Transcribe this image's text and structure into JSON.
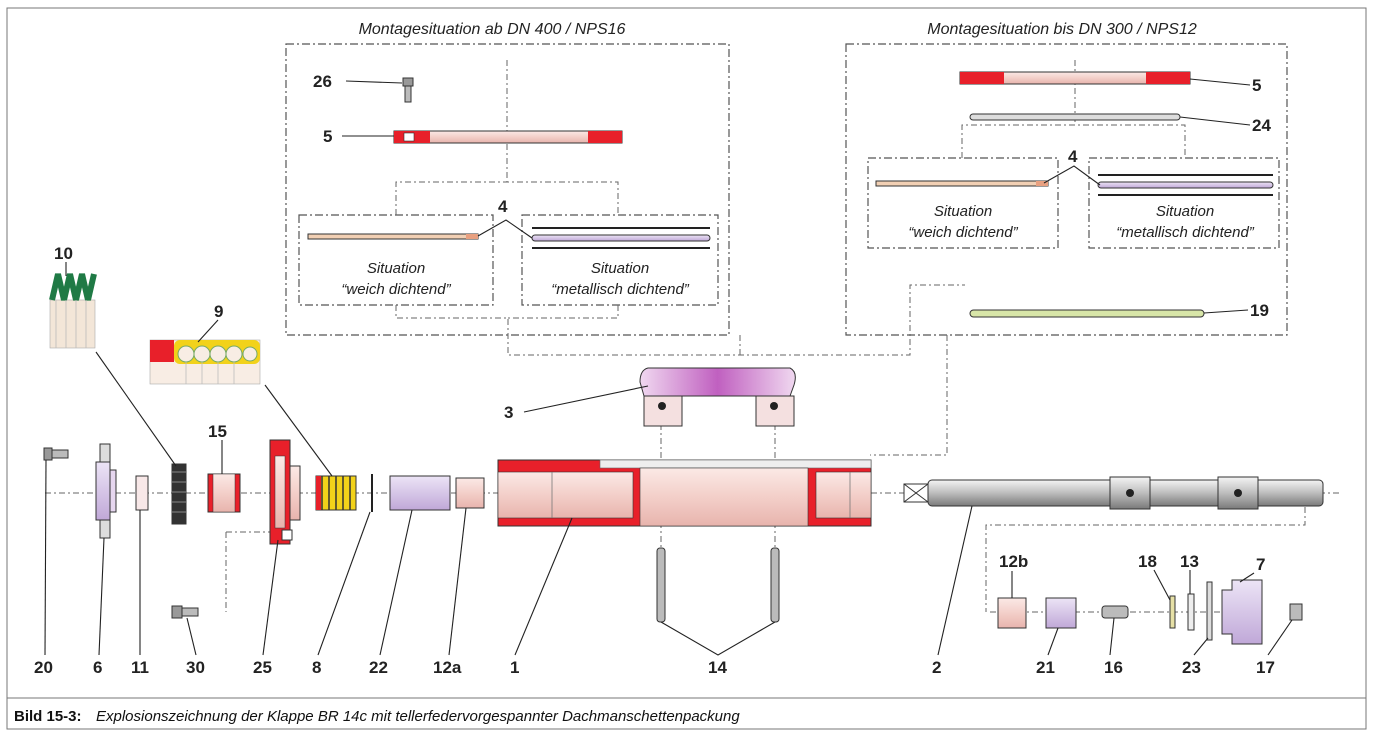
{
  "headings": {
    "left": "Montagesituation ab DN 400 / NPS16",
    "right": "Montagesituation bis DN 300 / NPS12"
  },
  "situations": {
    "soft_line1": "Situation",
    "soft_line2": "“weich dichtend”",
    "metal_line1": "Situation",
    "metal_line2": "“metallisch dichtend”"
  },
  "parts": [
    "26",
    "5",
    "4",
    "5",
    "24",
    "4",
    "19",
    "10",
    "9",
    "3",
    "15",
    "20",
    "6",
    "11",
    "30",
    "25",
    "8",
    "22",
    "12a",
    "1",
    "14",
    "2",
    "12b",
    "18",
    "13",
    "7",
    "21",
    "16",
    "23",
    "17"
  ],
  "caption": {
    "label": "Bild 15-3:",
    "text": "Explosionszeichnung der Klappe BR 14c mit tellerfedervorgespannter Dachmanschettenpackung"
  },
  "colors": {
    "red": "#e8202a",
    "pink": "#f7d6d2",
    "purple": "#c8a0c8",
    "lavender": "#b8b8e8",
    "green": "#2e8b57",
    "yellow": "#f2d21a",
    "gray": "#c8c8c8"
  }
}
